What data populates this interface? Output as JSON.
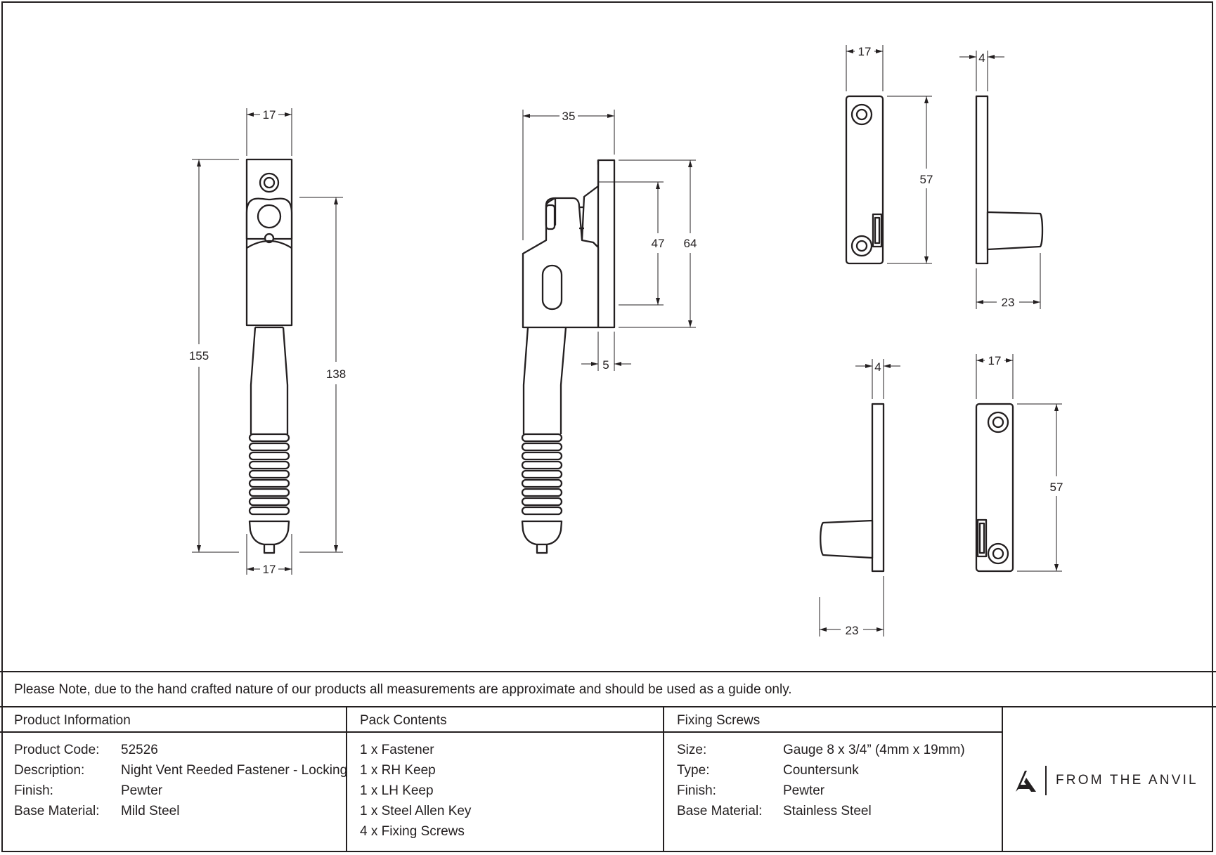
{
  "dimensions": {
    "fastener_front_top_width": "17",
    "fastener_front_height": "155",
    "fastener_front_length": "138",
    "fastener_front_bottom_width": "17",
    "fastener_side_depth": "35",
    "fastener_side_plate_span": "47",
    "fastener_side_plate_height": "64",
    "fastener_side_plate_thickness": "5",
    "rh_keep_width": "17",
    "rh_keep_height": "57",
    "rh_keep_side_thickness": "4",
    "rh_keep_side_depth": "23",
    "lh_keep_side_thickness": "4",
    "lh_keep_width": "17",
    "lh_keep_height": "57",
    "lh_keep_side_depth": "23"
  },
  "note": "Please Note, due to the hand crafted nature of our products all measurements are approximate and should be used as a guide only.",
  "product_information": {
    "heading": "Product Information",
    "rows": [
      {
        "label": "Product Code:",
        "value": "52526"
      },
      {
        "label": "Description:",
        "value": "Night Vent Reeded Fastener - Locking"
      },
      {
        "label": "Finish:",
        "value": "Pewter"
      },
      {
        "label": "Base Material:",
        "value": "Mild Steel"
      }
    ]
  },
  "pack_contents": {
    "heading": "Pack Contents",
    "items": [
      "1 x Fastener",
      "1 x RH Keep",
      "1 x LH Keep",
      "1 x Steel Allen Key",
      "4 x Fixing Screws"
    ]
  },
  "fixing_screws": {
    "heading": "Fixing Screws",
    "rows": [
      {
        "label": "Size:",
        "value": "Gauge 8 x 3/4” (4mm x 19mm)"
      },
      {
        "label": "Type:",
        "value": "Countersunk"
      },
      {
        "label": "Finish:",
        "value": "Pewter"
      },
      {
        "label": "Base Material:",
        "value": "Stainless Steel"
      }
    ]
  },
  "brand": {
    "name": "FROM THE ANVIL",
    "logo_icon": "anvil-a-logo-icon"
  },
  "colors": {
    "ink": "#231f20",
    "paper": "#ffffff"
  }
}
